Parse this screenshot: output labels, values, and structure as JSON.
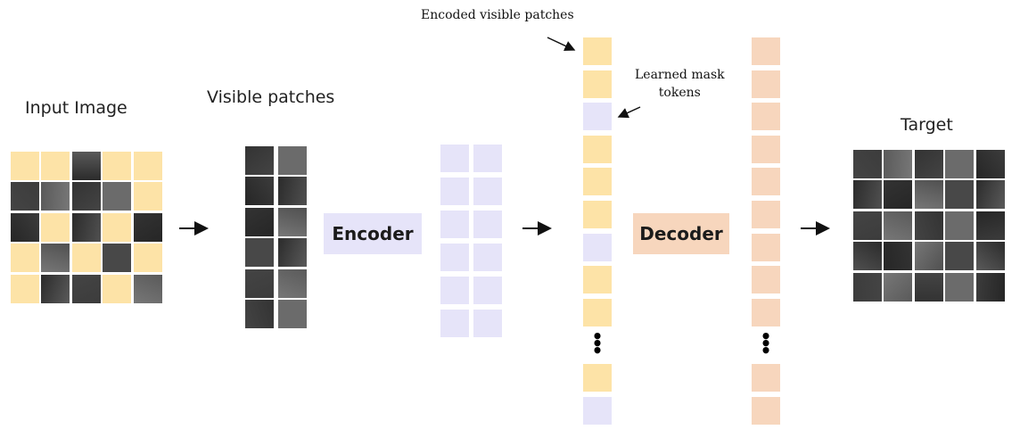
{
  "labels": {
    "input_image": "Input Image",
    "visible_patches": "Visible patches",
    "target": "Target",
    "encoded_visible_patches": "Encoded visible patches",
    "learned_mask_tokens": "Learned mask\ntokens"
  },
  "boxes": {
    "encoder": "Encoder",
    "decoder": "Decoder"
  },
  "colors": {
    "mask_yellow": "#fde3a7",
    "token_lavender": "#e6e4f9",
    "decoder_peach": "#f7d6bd",
    "photo_dark": "#2a2a2a"
  },
  "input_grid_mask": [
    [
      1,
      1,
      0,
      1,
      1
    ],
    [
      0,
      0,
      0,
      0,
      1
    ],
    [
      0,
      1,
      0,
      1,
      0
    ],
    [
      1,
      0,
      1,
      0,
      1
    ],
    [
      1,
      0,
      0,
      1,
      0
    ]
  ],
  "decoder_column_sequence": [
    "v",
    "v",
    "m",
    "v",
    "v",
    "v",
    "m",
    "v",
    "v",
    "dots",
    "v",
    "m"
  ]
}
